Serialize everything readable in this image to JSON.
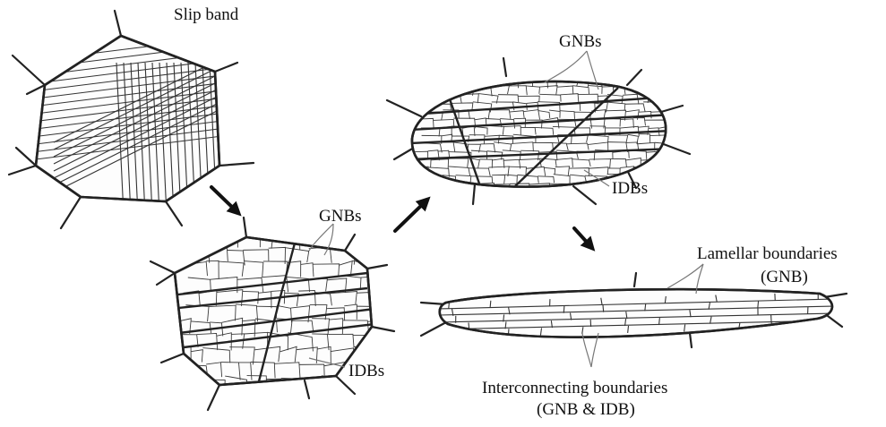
{
  "labels": {
    "slip_band": "Slip band",
    "gnbs_top": "GNBs",
    "gnbs_mid": "GNBs",
    "idbs_top": "IDBs",
    "idbs_bottom": "IDBs",
    "lamellar_line1": "Lamellar boundaries",
    "lamellar_line2": "(GNB)",
    "interconnecting_line1": "Interconnecting boundaries",
    "interconnecting_line2": "(GNB & IDB)"
  },
  "colors": {
    "ink": "#222222",
    "background": "#ffffff",
    "leader": "#777777"
  }
}
